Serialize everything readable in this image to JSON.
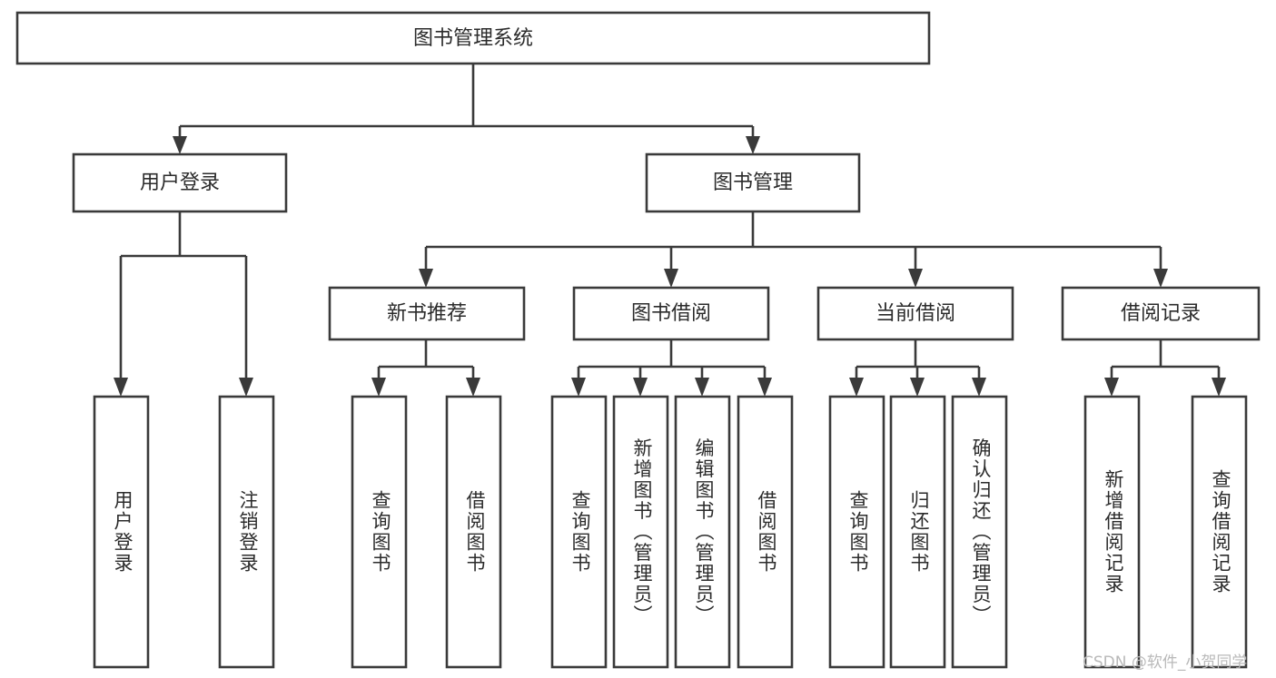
{
  "diagram": {
    "type": "hierarchy-tree",
    "title": "图书管理系统",
    "root": {
      "id": "root",
      "label": "图书管理系统"
    },
    "level2": [
      {
        "id": "user-login",
        "label": "用户登录"
      },
      {
        "id": "book-management",
        "label": "图书管理"
      }
    ],
    "level3": [
      {
        "id": "new-book-recommend",
        "label": "新书推荐",
        "parent": "book-management"
      },
      {
        "id": "book-borrow",
        "label": "图书借阅",
        "parent": "book-management"
      },
      {
        "id": "current-borrow",
        "label": "当前借阅",
        "parent": "book-management"
      },
      {
        "id": "borrow-record",
        "label": "借阅记录",
        "parent": "book-management"
      }
    ],
    "leaves": {
      "user-login": [
        {
          "id": "leaf-user-login",
          "label": "用户登录"
        },
        {
          "id": "leaf-logout-login",
          "label": "注销登录"
        }
      ],
      "new-book-recommend": [
        {
          "id": "leaf-query-book-1",
          "label": "查询图书"
        },
        {
          "id": "leaf-borrow-book-1",
          "label": "借阅图书"
        }
      ],
      "book-borrow": [
        {
          "id": "leaf-query-book-2",
          "label": "查询图书"
        },
        {
          "id": "leaf-add-book",
          "label": "新增图书（管理员）"
        },
        {
          "id": "leaf-edit-book",
          "label": "编辑图书（管理员）"
        },
        {
          "id": "leaf-borrow-book-2",
          "label": "借阅图书"
        }
      ],
      "current-borrow": [
        {
          "id": "leaf-query-book-3",
          "label": "查询图书"
        },
        {
          "id": "leaf-return-book",
          "label": "归还图书"
        },
        {
          "id": "leaf-confirm-return",
          "label": "确认归还（管理员）"
        }
      ],
      "borrow-record": [
        {
          "id": "leaf-add-borrow-record",
          "label": "新增借阅记录"
        },
        {
          "id": "leaf-query-borrow-record",
          "label": "查询借阅记录"
        }
      ]
    }
  },
  "watermark": {
    "text": "CSDN @软件_小贺同学"
  },
  "colors": {
    "stroke": "#3a3a3a",
    "fill": "#ffffff",
    "text": "#2b2b2b",
    "watermark": "#b9b9b9"
  }
}
